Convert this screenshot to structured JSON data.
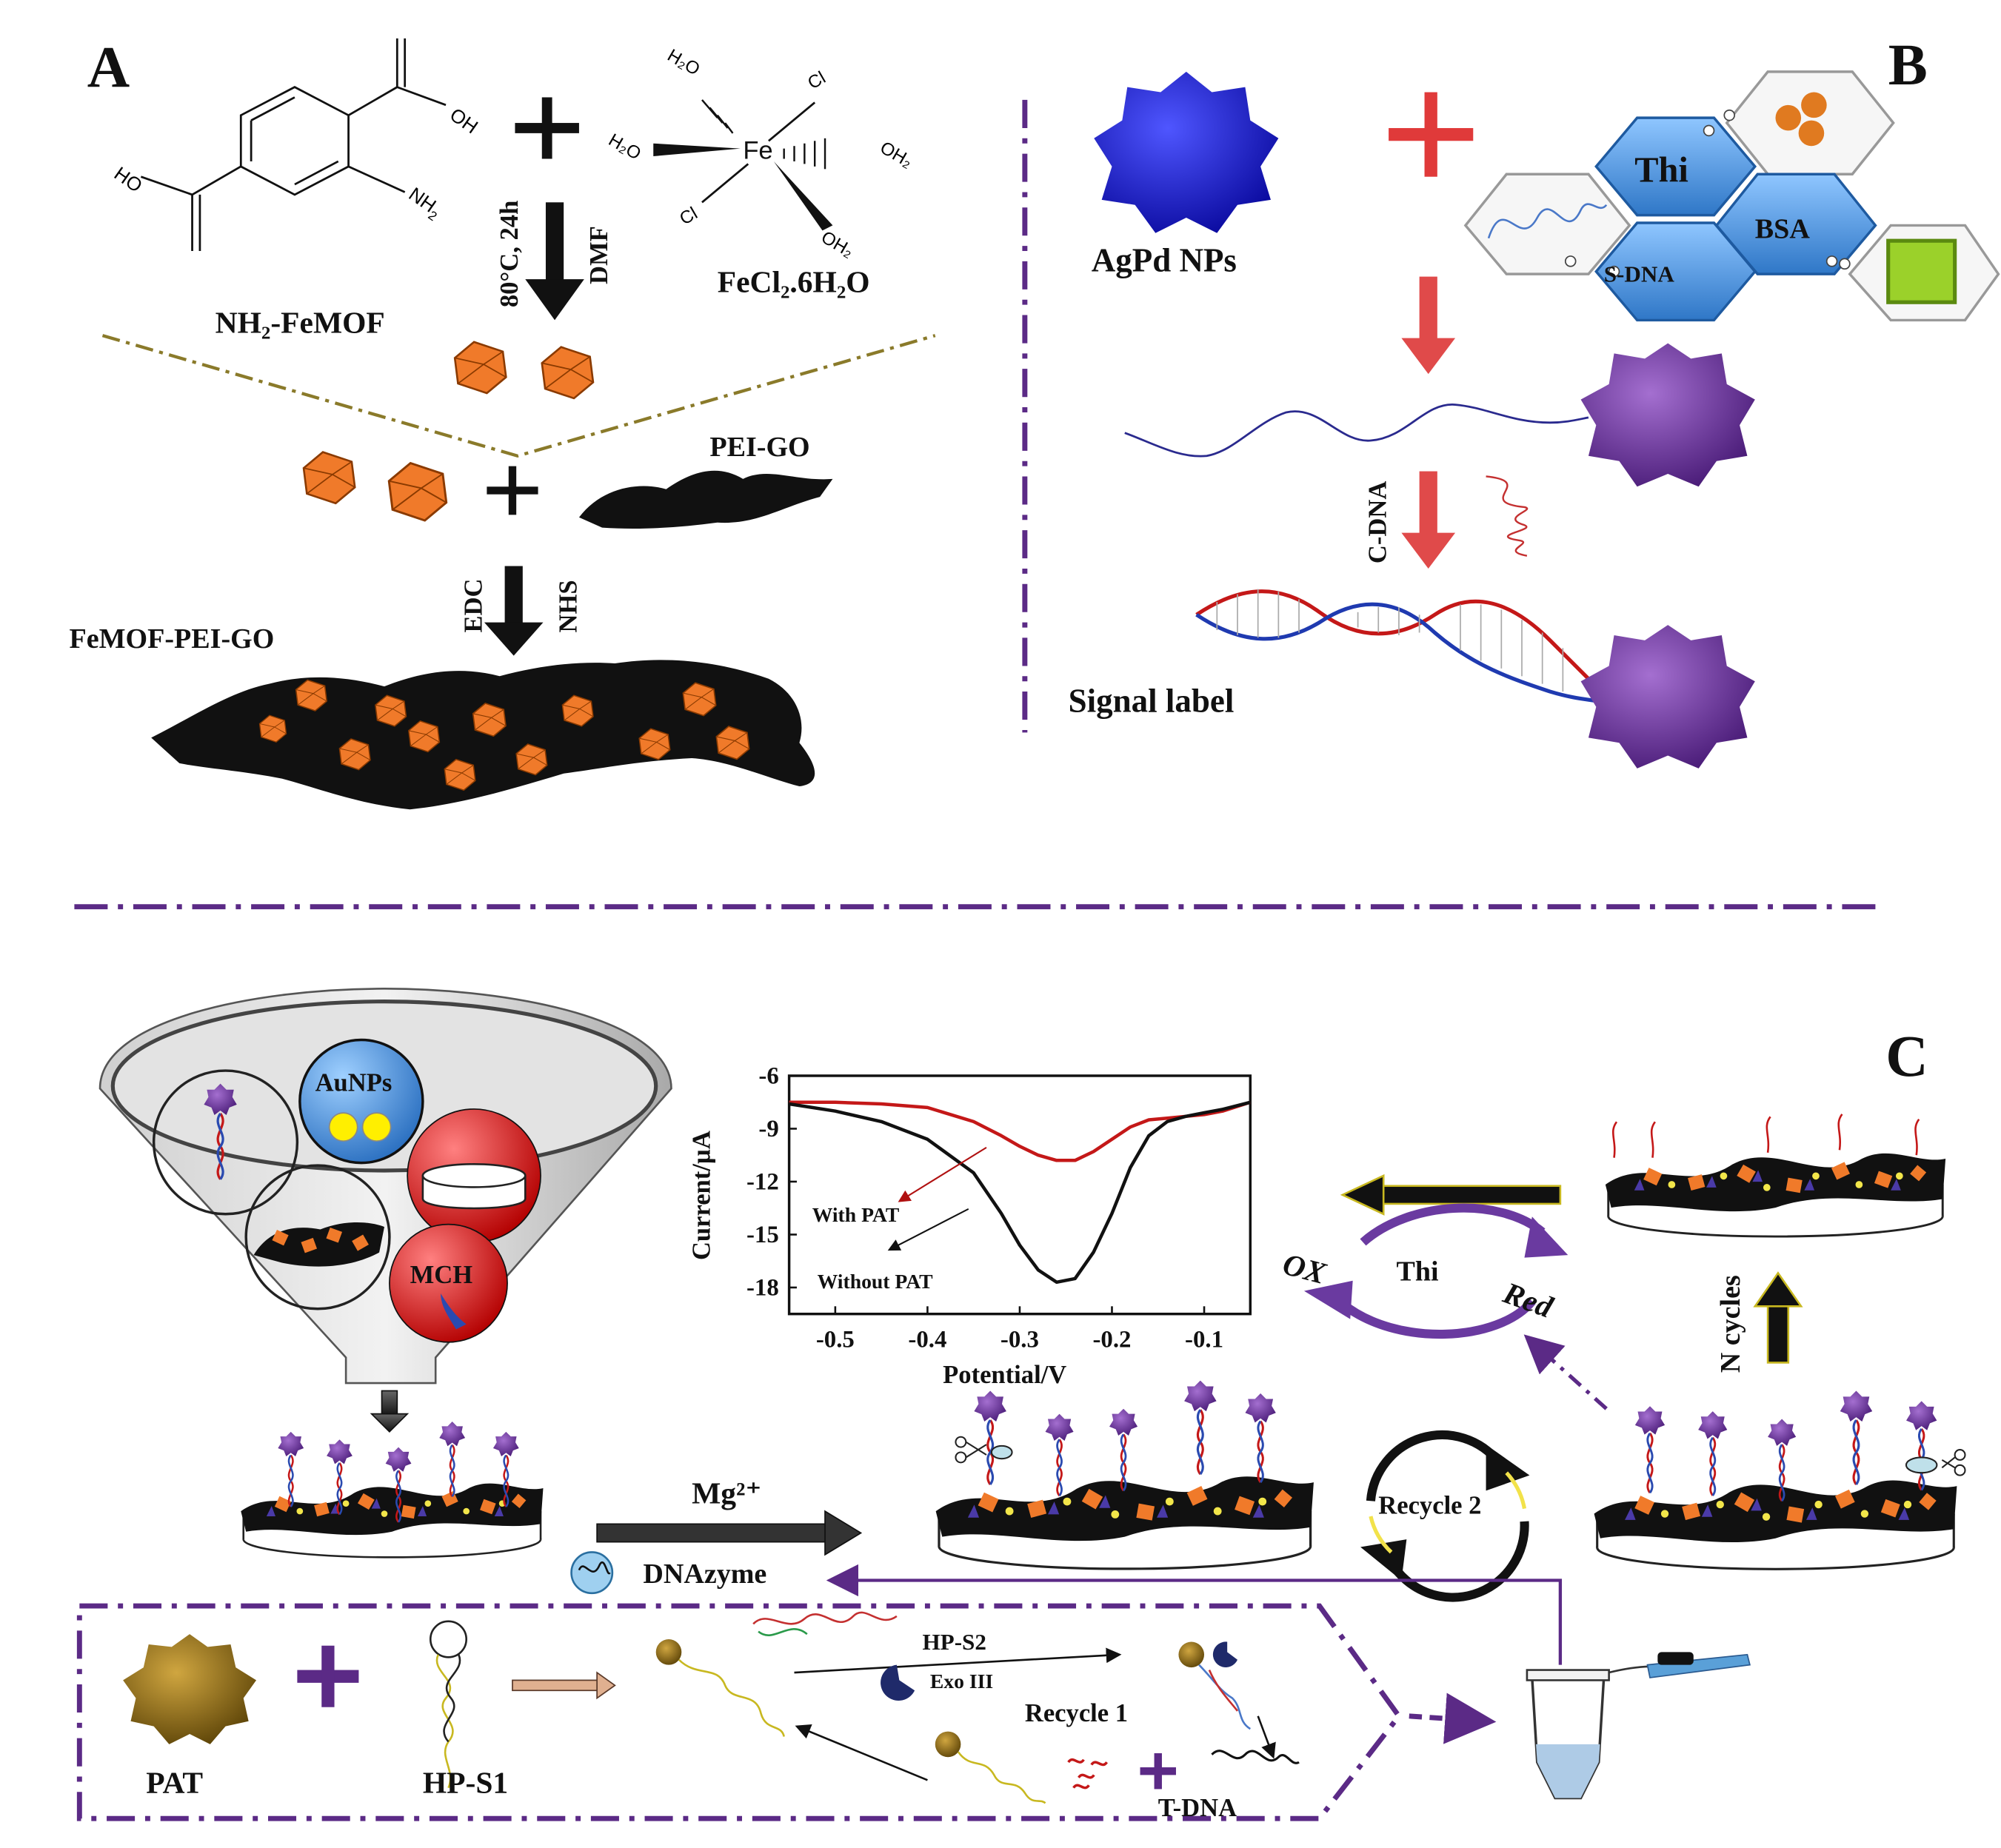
{
  "panels": {
    "a": "A",
    "b": "B",
    "c": "C"
  },
  "panel_a": {
    "ligand_labels": {
      "oh_top": "OH",
      "ho_left": "HO",
      "nh2": "NH",
      "nh2_sub": "2"
    },
    "fe_complex": {
      "fe": "Fe",
      "cl_top": "Cl",
      "cl_bottom": "Cl",
      "h2o_tl": "H₂O",
      "h2o_l": "H₂O",
      "oh2_r": "OH₂",
      "oh2_b": "OH₂"
    },
    "conditions_left": "80°C, 24h",
    "conditions_right": "DMF",
    "reagent": "FeCl₂.6H₂O",
    "product": "NH₂-FeMOF",
    "pei_go": "PEI-GO",
    "edc": "EDC",
    "nhs": "NHS",
    "composite": "FeMOF-PEI-GO"
  },
  "panel_b": {
    "agpd": "AgPd NPs",
    "hex": {
      "thi": "Thi",
      "bsa": "BSA",
      "sdna": "S-DNA"
    },
    "cdna": "C-DNA",
    "signal": "Signal label"
  },
  "panel_c": {
    "funnel": {
      "aunps": "AuNPs",
      "mch": "MCH"
    },
    "mg": "Mg²⁺",
    "dnazyme": "DNAzyme",
    "recycle2": "Recycle 2",
    "ncycles": "N cycles",
    "cycle": {
      "ox": "OX",
      "thi": "Thi",
      "red": "Red"
    },
    "bottom": {
      "pat": "PAT",
      "hps1": "HP-S1",
      "hps2": "HP-S2",
      "exo": "Exo III",
      "recycle1": "Recycle 1",
      "tdna": "T-DNA"
    }
  },
  "colors": {
    "agpd": "#1f1fd6",
    "signal": "#6b2f9e",
    "hex": "#4a90d9",
    "mof": "#f07a2a",
    "dash": "#5b2a86",
    "pat": "#8a6a12",
    "red_curve": "#c41818",
    "black_curve": "#111111"
  },
  "chart_data": {
    "type": "line",
    "xlabel": "Potential/V",
    "ylabel": "Current/µA",
    "xlim": [
      -0.55,
      -0.05
    ],
    "ylim": [
      -19.5,
      -6
    ],
    "x_ticks": [
      -0.5,
      -0.4,
      -0.3,
      -0.2,
      -0.1
    ],
    "y_ticks": [
      -6,
      -9,
      -12,
      -15,
      -18
    ],
    "x": [
      -0.55,
      -0.5,
      -0.45,
      -0.4,
      -0.35,
      -0.32,
      -0.3,
      -0.28,
      -0.26,
      -0.24,
      -0.22,
      -0.2,
      -0.18,
      -0.16,
      -0.14,
      -0.12,
      -0.1,
      -0.08,
      -0.05
    ],
    "series": [
      {
        "name": "With PAT",
        "values": [
          -7.5,
          -7.5,
          -7.6,
          -7.8,
          -8.6,
          -9.4,
          -10.0,
          -10.5,
          -10.8,
          -10.8,
          -10.3,
          -9.6,
          -8.9,
          -8.5,
          -8.4,
          -8.3,
          -8.2,
          -8.0,
          -7.5
        ]
      },
      {
        "name": "Without PAT",
        "values": [
          -7.6,
          -8.0,
          -8.6,
          -9.6,
          -11.5,
          -13.8,
          -15.6,
          -17.0,
          -17.7,
          -17.5,
          -16.0,
          -13.8,
          -11.2,
          -9.4,
          -8.6,
          -8.3,
          -8.1,
          -7.9,
          -7.5
        ]
      }
    ],
    "annotations": [
      "With PAT",
      "Without PAT"
    ],
    "grid": false
  }
}
